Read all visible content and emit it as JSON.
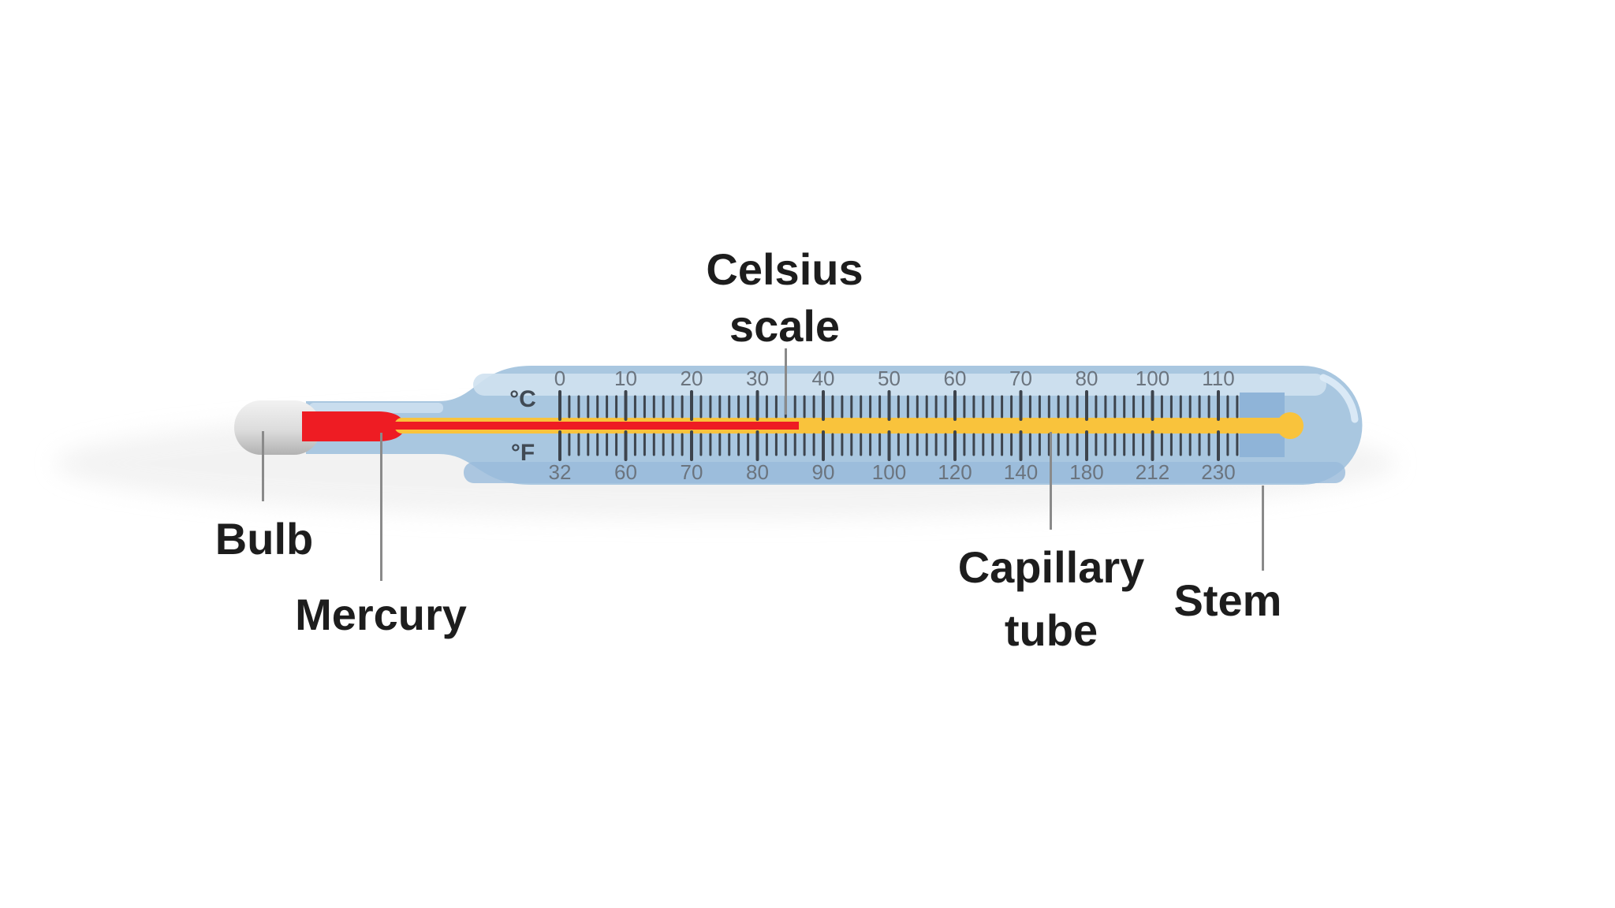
{
  "thermometer": {
    "celsius": {
      "unit": "°C",
      "labels": [
        "0",
        "10",
        "20",
        "30",
        "40",
        "50",
        "60",
        "70",
        "80",
        "100",
        "110"
      ]
    },
    "fahrenheit": {
      "unit": "°F",
      "labels": [
        "32",
        "60",
        "70",
        "80",
        "90",
        "100",
        "120",
        "140",
        "180",
        "212",
        "230"
      ]
    },
    "annotations": {
      "bulb": "Bulb",
      "mercury": "Mercury",
      "celsius_scale_line1": "Celsius",
      "celsius_scale_line2": "scale",
      "capillary_line1": "Capillary",
      "capillary_line2": "tube",
      "stem": "Stem"
    },
    "colors": {
      "body": "#a9c7e0",
      "body_highlight": "#cfe1f0",
      "body_shadow_band": "#98badb",
      "stem_panel": "#8fb4d8",
      "mercury_red": "#ee1c23",
      "capillary_yellow": "#f9c33c",
      "tick": "#3d444d",
      "scale_text": "#6b747e",
      "unit_text": "#414a54",
      "label_text": "#1d1d1d",
      "leader_line": "#8a8a8a",
      "bulb_grey_light": "#efefef",
      "bulb_grey_dark": "#b2b2b2",
      "shadow": "#e9e9e9"
    }
  }
}
